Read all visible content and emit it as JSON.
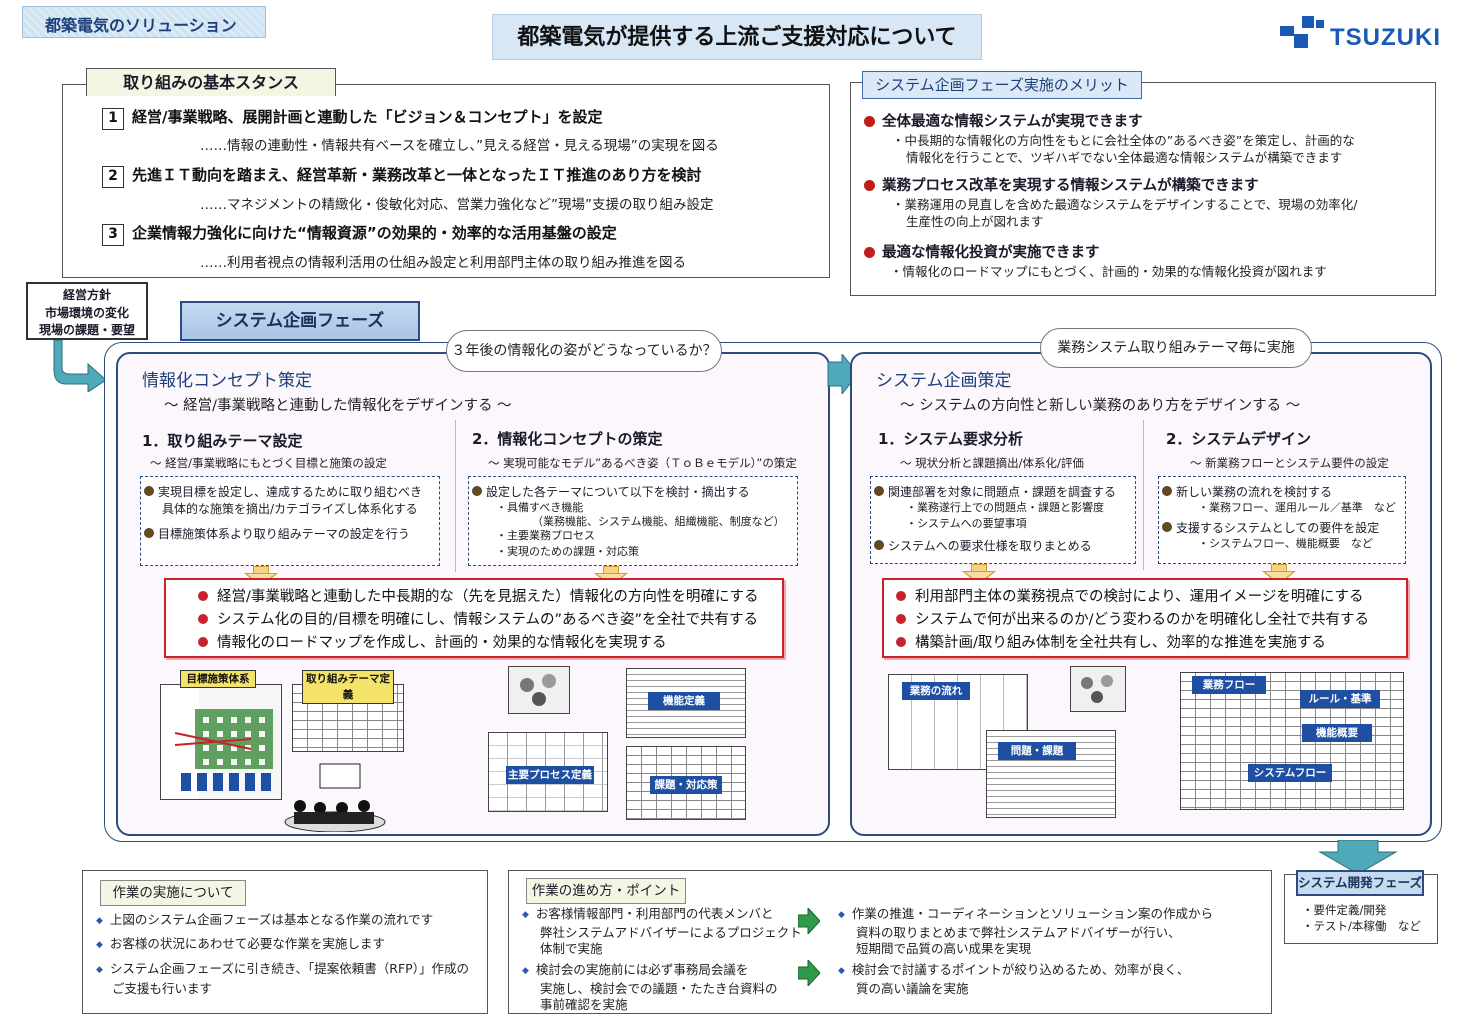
{
  "header": {
    "solution_banner": "都築電気のソリューション",
    "main_title": "都築電気が提供する上流ご支援対応について",
    "logo_text": "TSUZUKI"
  },
  "stance": {
    "tab": "取り組みの基本スタンス",
    "items": [
      {
        "num": "1",
        "title": "経営/事業戦略、展開計画と連動した「ビジョン＆コンセプト」を設定",
        "sub": "‥‥‥情報の連動性・情報共有ベースを確立し、”見える経営・見える現場”の実現を図る"
      },
      {
        "num": "2",
        "title": "先進ＩＴ動向を踏まえ、経営革新・業務改革と一体となったＩＴ推進のあり方を検討",
        "sub": "‥‥‥マネジメントの精緻化・俊敏化対応、営業力強化など”現場”支援の取り組み設定"
      },
      {
        "num": "3",
        "title": "企業情報力強化に向けた“情報資源”の効果的・効率的な活用基盤の設定",
        "sub": "‥‥‥利用者視点の情報利活用の仕組み設定と利用部門主体の取り組み推進を図る"
      }
    ]
  },
  "merit": {
    "tab": "システム企画フェーズ実施のメリット",
    "items": [
      {
        "head": "全体最適な情報システムが実現できます",
        "body1": "・中長期的な情報化の方向性をもとに会社全体の”あるべき姿”を策定し、計画的な",
        "body2": "情報化を行うことで、ツギハギでない全体最適な情報システムが構築できます"
      },
      {
        "head": "業務プロセス改革を実現する情報システムが構築できます",
        "body1": "・業務運用の見直しを含めた最適なシステムをデザインすることで、現場の効率化/",
        "body2": "生産性の向上が図れます"
      },
      {
        "head": "最適な情報化投資が実施できます",
        "body1": "・情報化のロードマップにもとづく、計画的・効果的な情報化投資が図れます",
        "body2": ""
      }
    ]
  },
  "policy": {
    "line1": "経営方針",
    "line2": "市場環境の変化",
    "line3": "現場の課題・要望"
  },
  "phase_label": "システム企画フェーズ",
  "clouds": {
    "left": "３年後の情報化の姿がどうなっているか？",
    "right": "業務システム取り組みテーマ毎に実施"
  },
  "left_panel": {
    "title": "情報化コンセプト策定",
    "subtitle": "～ 経営/事業戦略と連動した情報化をデザインする ～",
    "sec1": {
      "title": "1．取り組みテーマ設定",
      "sub": "～ 経営/事業戦略にもとづく目標と施策の設定",
      "b1a": "実現目標を設定し、達成するために取り組むべき",
      "b1b": "具体的な施策を摘出/カテゴライズし体系化する",
      "b2": "目標施策体系より取り組みテーマの設定を行う"
    },
    "sec2": {
      "title": "2．情報化コンセプトの策定",
      "sub": "～ 実現可能なモデル”あるべき姿（ＴｏＢｅモデル）”の策定",
      "b1": "設定した各テーマについて以下を検討・摘出する",
      "s1": "・具備すべき機能",
      "s2": "（業務機能、システム機能、組織機能、制度など）",
      "s3": "・主要業務プロセス",
      "s4": "・実現のための課題・対応策"
    },
    "red": [
      "経営/事業戦略と連動した中長期的な（先を見据えた）情報化の方向性を明確にする",
      "システム化の目的/目標を明確にし、情報システムの”あるべき姿”を全社で共有する",
      "情報化のロードマップを作成し、計画的・効果的な情報化を実現する"
    ],
    "thumbs": {
      "t1": "目標施策体系",
      "t2": "取り組みテーマ定義",
      "t3": "機能定義",
      "t4": "主要プロセス定義",
      "t5": "課題・対応策"
    }
  },
  "right_panel": {
    "title": "システム企画策定",
    "subtitle": "～ システムの方向性と新しい業務のあり方をデザインする ～",
    "sec1": {
      "title": "1．システム要求分析",
      "sub": "～ 現状分析と課題摘出/体系化/評価",
      "b1": "関連部署を対象に問題点・課題を調査する",
      "s1": "・業務遂行上での問題点・課題と影響度",
      "s2": "・システムへの要望事項",
      "b2": "システムへの要求仕様を取りまとめる"
    },
    "sec2": {
      "title": "2．システムデザイン",
      "sub": "～ 新業務フローとシステム要件の設定",
      "b1": "新しい業務の流れを検討する",
      "s1": "・業務フロー、運用ルール／基準　など",
      "b2": "支援するシステムとしての要件を設定",
      "s2": "・システムフロー、機能概要　など"
    },
    "red": [
      "利用部門主体の業務視点での検討により、運用イメージを明確にする",
      "システムで何が出来るのか/どう変わるのかを明確化し全社で共有する",
      "構築計画/取り組み体制を全社共有し、効率的な推進を実施する"
    ],
    "thumbs": {
      "t1": "業務の流れ",
      "t2": "問題・課題",
      "t3": "業務フロー",
      "t4": "ルール・基準",
      "t5": "機能概要",
      "t6": "システムフロー"
    }
  },
  "work_impl": {
    "tab": "作業の実施について",
    "items": [
      "上図のシステム企画フェーズは基本となる作業の流れです",
      "お客様の状況にあわせて必要な作業を実施します"
    ],
    "item3a": "システム企画フェーズに引き続き、「提案依頼書（RFP）」作成の",
    "item3b": "ご支援も行います"
  },
  "work_points": {
    "tab": "作業の進め方・ポイント",
    "left1a": "お客様情報部門・利用部門の代表メンバと",
    "left1b": "弊社システムアドバイザーによるプロジェクト",
    "left1c": "体制で実施",
    "left2a": "検討会の実施前には必ず事務局会議を",
    "left2b": "実施し、検討会での議題・たたき台資料の",
    "left2c": "事前確認を実施",
    "right1a": "作業の推進・コーディネーションとソリューション案の作成から",
    "right1b": "資料の取りまとめまで弊社システムアドバイザーが行い、",
    "right1c": "短期間で品質の高い成果を実現",
    "right2a": "検討会で討議するポイントが絞り込めるため、効率が良く、",
    "right2b": "質の高い議論を実施"
  },
  "dev_phase": {
    "tab": "システム開発フェーズ",
    "line1": "・要件定義/開発",
    "line2": "・テスト/本稼働　など"
  }
}
